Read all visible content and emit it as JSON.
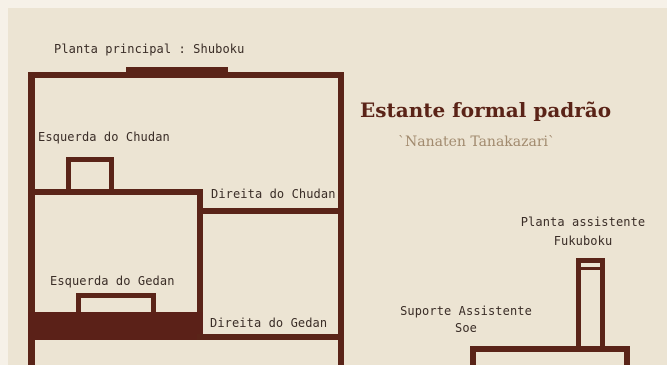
{
  "title": "Estante formal padrão",
  "subtitle": "`Nanaten Tanakazari`",
  "labels": {
    "main_plant": "Planta principal : Shuboku",
    "chudan_left": "Esquerda do Chudan",
    "chudan_right": "Direita do Chudan",
    "gedan_left": "Esquerda do Gedan",
    "gedan_right": "Direita do Gedan",
    "assistant_plant_line1": "Planta assistente",
    "assistant_plant_line2": "Fukuboku",
    "assistant_support_line1": "Suporte Assistente",
    "assistant_support_line2": "Soe"
  },
  "colors": {
    "background": "#ece4d3",
    "structure": "#5a2418",
    "title": "#5a2317",
    "subtitle": "#a18a6e",
    "text": "#3a2d27"
  }
}
